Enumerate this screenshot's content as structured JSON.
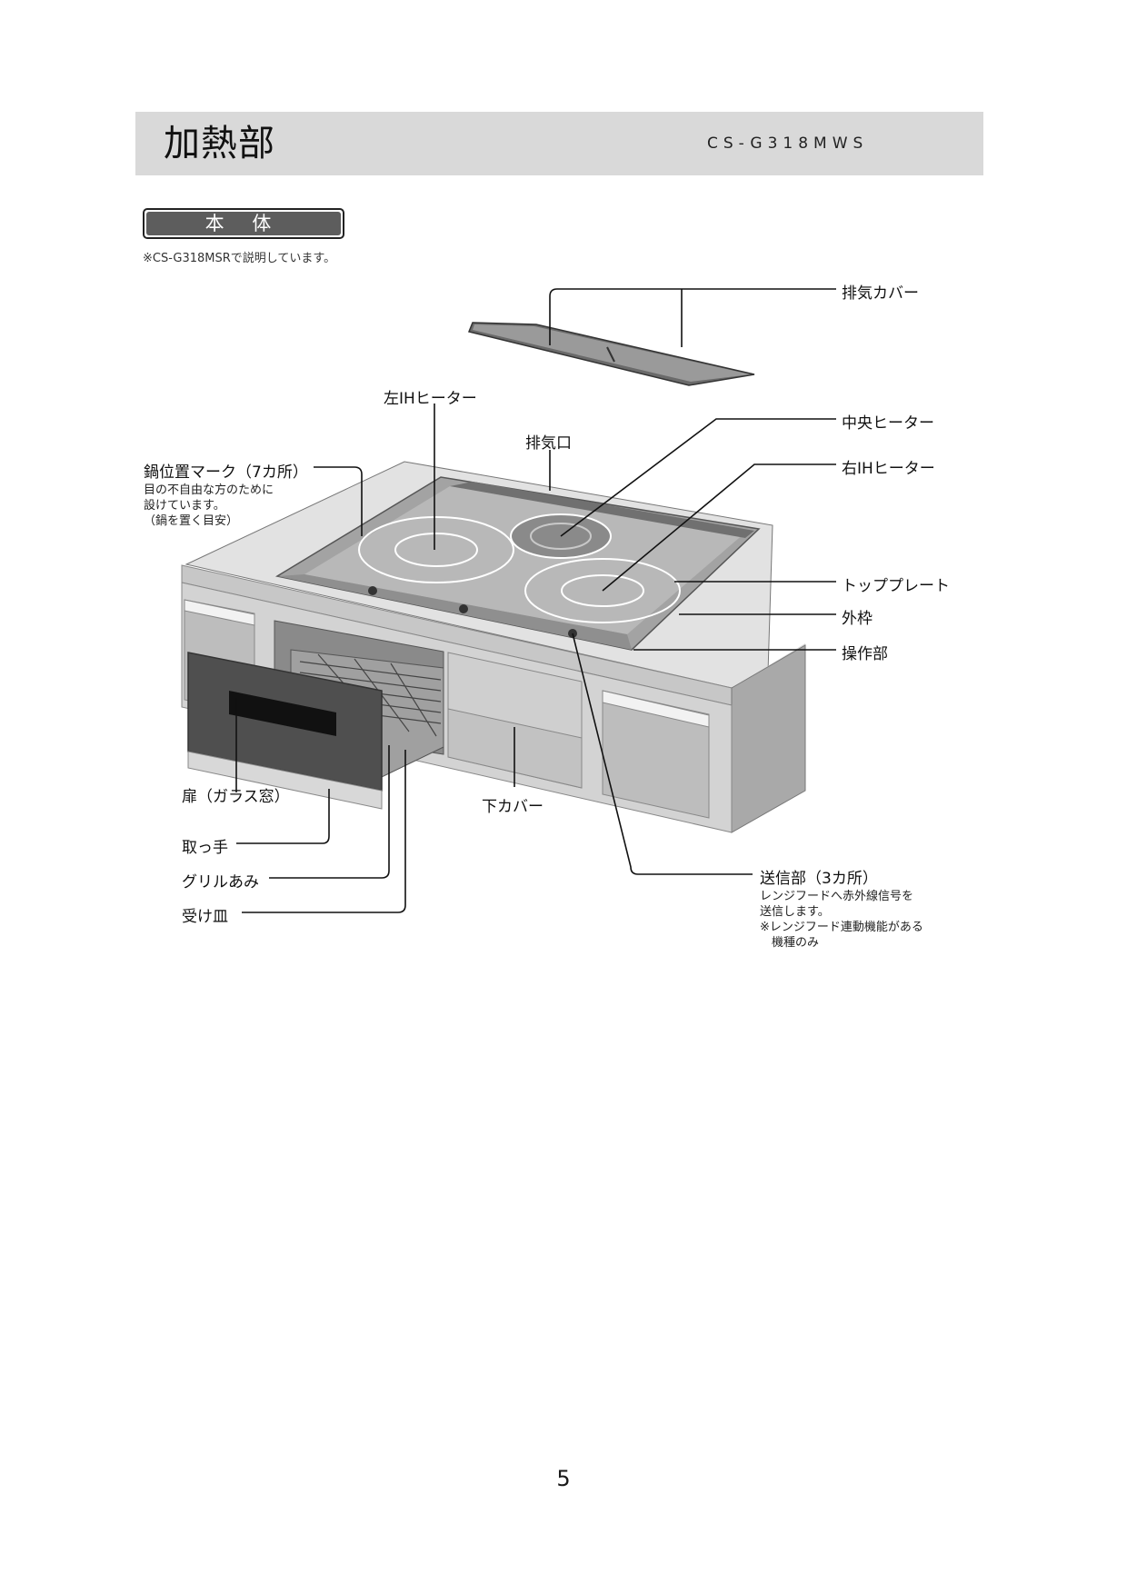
{
  "header": {
    "title": "加熱部",
    "model": "CS-G318MWS"
  },
  "section": {
    "label": "本 体",
    "note": "※CS-G318MSRで説明しています。"
  },
  "callouts": {
    "exhaust_cover": "排気カバー",
    "left_ih_heater": "左IHヒーター",
    "exhaust_port": "排気口",
    "center_heater": "中央ヒーター",
    "right_ih_heater": "右IHヒーター",
    "pot_position_mark": "鍋位置マーク（7カ所）",
    "pot_position_note": [
      "目の不自由な方のために",
      "設けています。",
      "（鍋を置く目安）"
    ],
    "top_plate": "トッププレート",
    "outer_frame": "外枠",
    "control_panel": "操作部",
    "door_glass": "扉（ガラス窓）",
    "lower_cover": "下カバー",
    "handle": "取っ手",
    "grill_net": "グリルあみ",
    "drip_tray": "受け皿",
    "transmitter": "送信部（3カ所）",
    "transmitter_note": [
      "レンジフードへ赤外線信号を",
      "送信します。",
      "※レンジフード連動機能がある",
      "　機種のみ"
    ]
  },
  "page_number": "5"
}
